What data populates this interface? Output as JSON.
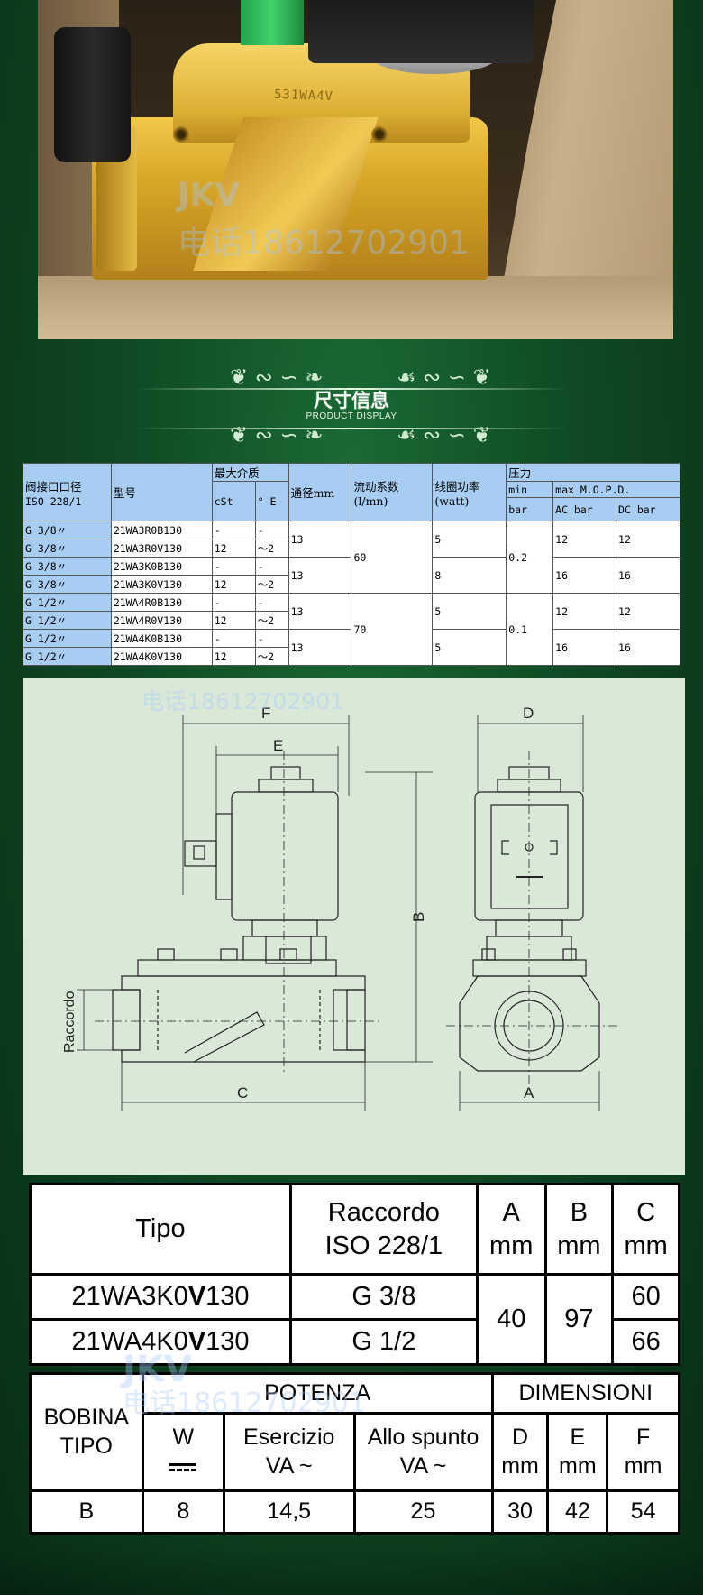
{
  "photo": {
    "stamp": "531WA4V",
    "watermark_brand": "JKV",
    "watermark_phone": "电话18612702901"
  },
  "banner": {
    "title": "尺寸信息",
    "subtitle": "PRODUCT DISPLAY"
  },
  "spec_table": {
    "headers": {
      "port": "阀接口口径",
      "port_std": "ISO 228/1",
      "model": "型号",
      "medium": "最大介质",
      "cst": "cSt",
      "deg_e": "° E",
      "bore": "通径mm",
      "flow": "流动系数",
      "flow_unit": "(l/mn)",
      "coil_power": "线圈功率",
      "coil_unit": "(watt)",
      "pressure": "压力",
      "min": "min",
      "mopd": "max M.O.P.D.",
      "bar": "bar",
      "ac_bar": "AC bar",
      "dc_bar": "DC bar"
    },
    "rows": [
      {
        "port": "G 3/8〃",
        "model": "21WA3R0B130",
        "cst": "-",
        "deg_e": "-"
      },
      {
        "port": "G 3/8〃",
        "model": "21WA3R0V130",
        "cst": "12",
        "deg_e": "～2"
      },
      {
        "port": "G 3/8〃",
        "model": "21WA3K0B130",
        "cst": "-",
        "deg_e": "-"
      },
      {
        "port": "G 3/8〃",
        "model": "21WA3K0V130",
        "cst": "12",
        "deg_e": "～2"
      },
      {
        "port": "G 1/2〃",
        "model": "21WA4R0B130",
        "cst": "-",
        "deg_e": "-"
      },
      {
        "port": "G 1/2〃",
        "model": "21WA4R0V130",
        "cst": "12",
        "deg_e": "～2"
      },
      {
        "port": "G 1/2〃",
        "model": "21WA4K0B130",
        "cst": "-",
        "deg_e": "-"
      },
      {
        "port": "G 1/2〃",
        "model": "21WA4K0V130",
        "cst": "12",
        "deg_e": "～2"
      }
    ],
    "bore_groups": [
      "13",
      "13",
      "13",
      "13"
    ],
    "flow_groups": [
      "60",
      "70"
    ],
    "power_groups": [
      "5",
      "8",
      "5",
      "5"
    ],
    "min_groups": [
      "0.2",
      "0.1"
    ],
    "ac_groups": [
      "12",
      "16",
      "12",
      "16"
    ],
    "dc_groups": [
      "12",
      "16",
      "12",
      "16"
    ]
  },
  "drawing": {
    "labels": {
      "f": "F",
      "e": "E",
      "b": "B",
      "c": "C",
      "d": "D",
      "a": "A",
      "raccordo": "Raccordo"
    }
  },
  "dims_table": {
    "tipo": "Tipo",
    "raccordo_l1": "Raccordo",
    "raccordo_l2": "ISO 228/1",
    "a_label": "A",
    "b_label": "B",
    "c_label": "C",
    "mm": "mm",
    "row1_pre": "21WA3K0",
    "row1_bold": "V",
    "row1_post": "130",
    "row1_port": "G 3/8",
    "row2_pre": "21WA4K0",
    "row2_bold": "V",
    "row2_post": "130",
    "row2_port": "G 1/2",
    "a_val": "40",
    "b_val": "97",
    "c_row1": "60",
    "c_row2": "66"
  },
  "coil_table": {
    "bobina_l1": "BOBINA",
    "bobina_l2": "TIPO",
    "potenza": "POTENZA",
    "dimensioni": "DIMENSIONI",
    "w": "W",
    "esercizio": "Esercizio",
    "allo_spunto": "Allo spunto",
    "va": "VA ~",
    "d": "D",
    "e": "E",
    "f": "F",
    "mm": "mm",
    "row": {
      "tipo": "B",
      "w": "8",
      "esercizio": "14,5",
      "spunto": "25",
      "d": "30",
      "e": "42",
      "f": "54"
    }
  }
}
